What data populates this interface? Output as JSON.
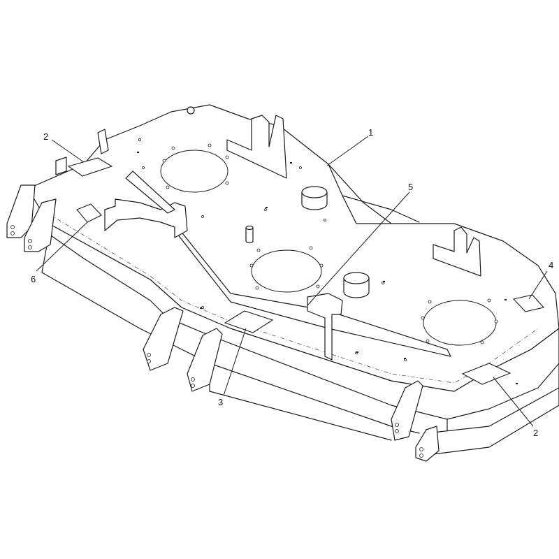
{
  "callouts": [
    {
      "label": "1",
      "part": "deck"
    },
    {
      "label": "2",
      "part": "decal-left"
    },
    {
      "label": "2",
      "part": "decal-right"
    },
    {
      "label": "3",
      "part": "decal-front"
    },
    {
      "label": "4",
      "part": "decal-rear-right"
    },
    {
      "label": "5",
      "part": "baffle"
    },
    {
      "label": "6",
      "part": "decal-left-mount"
    }
  ],
  "colors": {
    "line": "#1a1a1a",
    "background": "#ffffff"
  }
}
